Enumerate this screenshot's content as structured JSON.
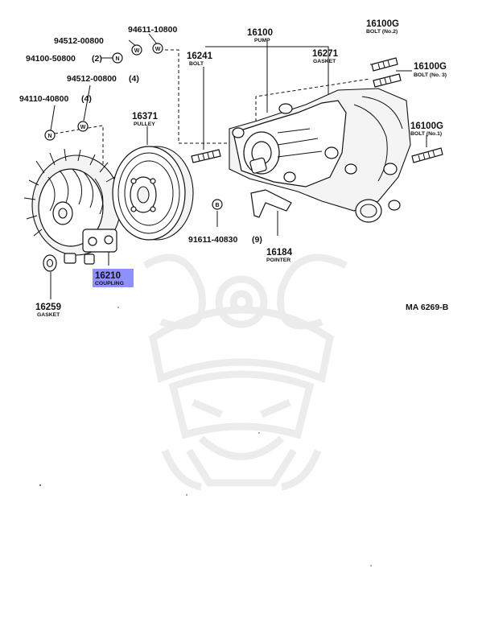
{
  "diagram": {
    "reference": "MA 6269-B",
    "highlight_color": "#8f8fff",
    "watermark": "samurai-helmet-logo",
    "parts": [
      {
        "id": "p16100",
        "number": "16100",
        "name": "PUMP"
      },
      {
        "id": "p16241",
        "number": "16241",
        "name": "BOLT"
      },
      {
        "id": "p16271",
        "number": "16271",
        "name": "GASKET"
      },
      {
        "id": "p16100g2",
        "number": "16100G",
        "name": "BOLT (No.2)"
      },
      {
        "id": "p16100g3",
        "number": "16100G",
        "name": "BOLT (No. 3)"
      },
      {
        "id": "p16100g1",
        "number": "16100G",
        "name": "BOLT (No.1)"
      },
      {
        "id": "p16371",
        "number": "16371",
        "name": "PULLEY"
      },
      {
        "id": "p16210",
        "number": "16210",
        "name": "COUPLING",
        "highlighted": true
      },
      {
        "id": "p16259",
        "number": "16259",
        "name": "GASKET"
      },
      {
        "id": "p16184",
        "number": "16184",
        "name": "POINTER"
      }
    ],
    "fasteners": [
      {
        "id": "f1",
        "number": "94611-10800"
      },
      {
        "id": "f2",
        "number": "94512-00800"
      },
      {
        "id": "f3",
        "number": "94100-50800",
        "qty": "(2)"
      },
      {
        "id": "f4",
        "number": "94512-00800",
        "qty": "(4)"
      },
      {
        "id": "f5",
        "number": "94110-40800",
        "qty": "(4)"
      },
      {
        "id": "f6",
        "number": "91611-40830",
        "qty": "(9)"
      }
    ],
    "symbols": {
      "washer": "W",
      "nut": "N",
      "bolt": "B"
    }
  }
}
